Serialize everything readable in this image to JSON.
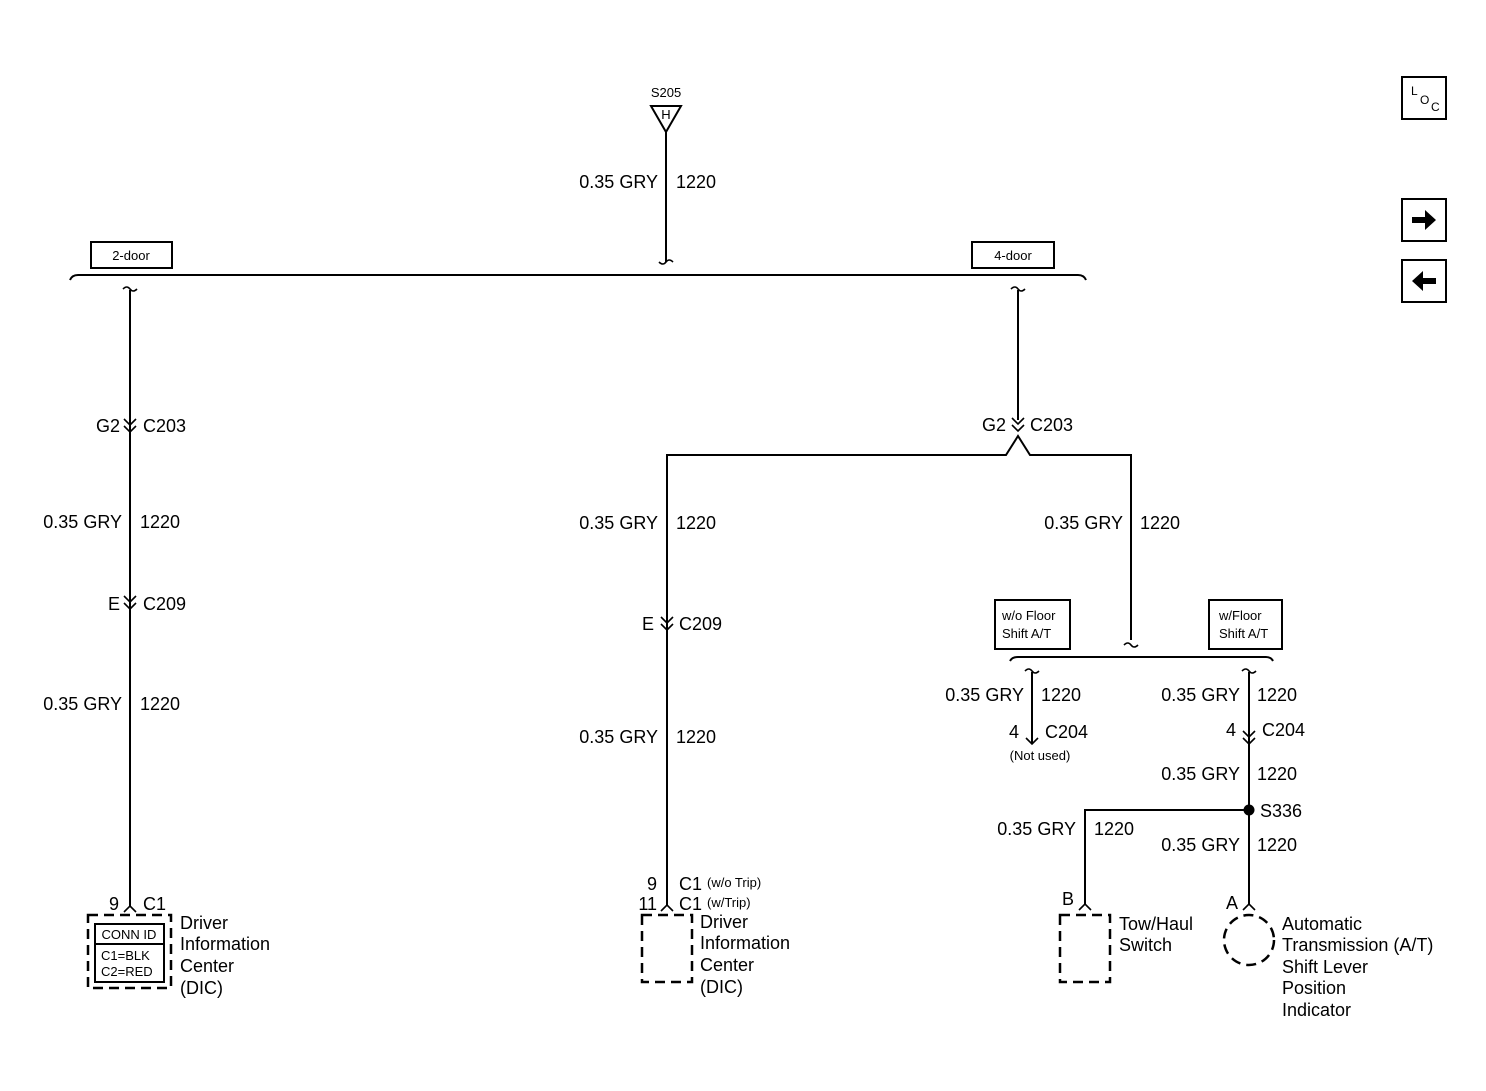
{
  "splice_top": {
    "id": "S205",
    "letter": "H"
  },
  "wire": {
    "gauge": "0.35 GRY",
    "circuit": "1220"
  },
  "options": {
    "two_door": "2-door",
    "four_door": "4-door",
    "wo_floor": [
      "w/o Floor",
      "Shift A/T"
    ],
    "w_floor": [
      "w/Floor",
      "Shift A/T"
    ]
  },
  "conn": {
    "g2": "G2",
    "c203": "C203",
    "e": "E",
    "c209": "C209",
    "pin4": "4",
    "c204": "C204",
    "not_used": "(Not used)",
    "pin9": "9",
    "pin11": "11",
    "c1": "C1",
    "wo_trip": "(w/o Trip)",
    "w_trip": "(w/Trip)",
    "pin_b": "B",
    "pin_a": "A"
  },
  "splice_s336": "S336",
  "dic_left": {
    "name": [
      "Driver",
      "Information",
      "Center",
      "(DIC)"
    ],
    "conn_id": "CONN ID",
    "c1_color": "C1=BLK",
    "c2_color": "C2=RED"
  },
  "dic_mid": {
    "name": [
      "Driver",
      "Information",
      "Center",
      "(DIC)"
    ]
  },
  "tow_haul": {
    "name": [
      "Tow/Haul",
      "Switch"
    ]
  },
  "shift_indicator": {
    "name": [
      "Automatic",
      "Transmission (A/T)",
      "Shift Lever",
      "Position",
      "Indicator"
    ]
  },
  "loc_button": {
    "l": "L",
    "o": "O",
    "c": "C"
  },
  "icons": {
    "next": "arrow-right-icon",
    "prev": "arrow-left-icon"
  }
}
